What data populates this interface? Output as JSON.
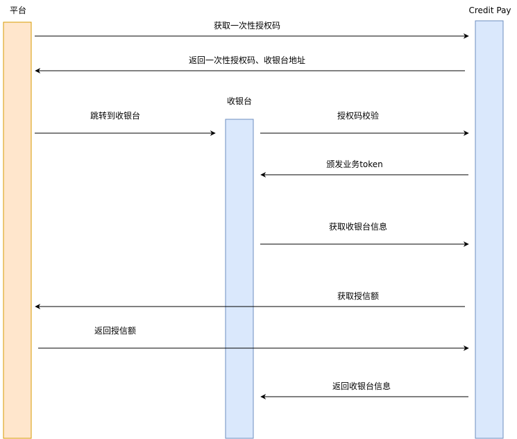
{
  "participants": {
    "platform": {
      "label": "平台",
      "fill": "#ffe6cc",
      "stroke": "#d79b00"
    },
    "cashier": {
      "label": "收银台",
      "fill": "#dae8fc",
      "stroke": "#6c8ebf"
    },
    "credit_pay": {
      "label": "Credit Pay",
      "fill": "#dae8fc",
      "stroke": "#6c8ebf"
    }
  },
  "messages": [
    {
      "label": "获取一次性授权码"
    },
    {
      "label": "返回一次性授权码、收银台地址"
    },
    {
      "label": "跳转到收银台"
    },
    {
      "label": "授权码校验"
    },
    {
      "label": "颁发业务token"
    },
    {
      "label": "获取收银台信息"
    },
    {
      "label": "获取授信额"
    },
    {
      "label": "返回授信额"
    },
    {
      "label": "返回收银台信息"
    }
  ]
}
